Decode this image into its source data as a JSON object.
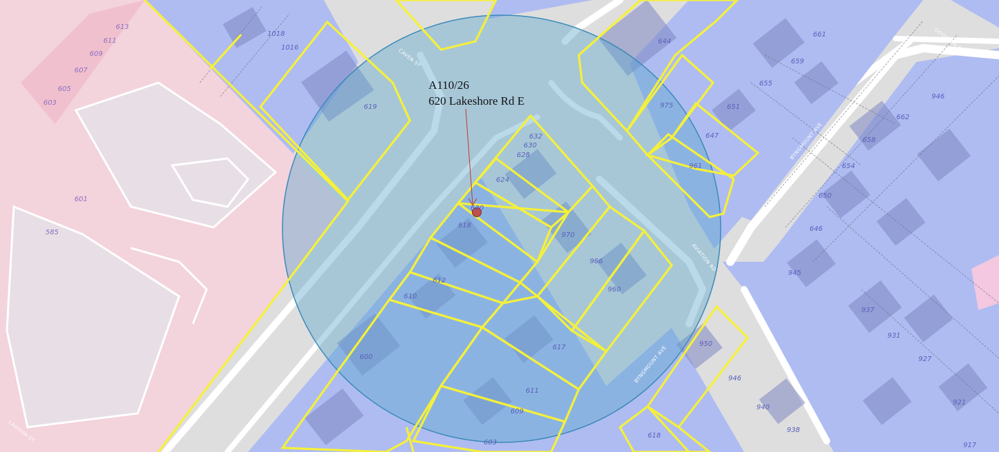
{
  "colors": {
    "residential": "#aebcf2",
    "commercial": "#f3d3dc",
    "road": "#dedede",
    "sidewalk": "#ffffff",
    "parcel_outline": "#f5f03a",
    "circulation_buffer": "#5aa6cc",
    "subject_marker": "#c0504d",
    "callout_arrow": "#c0392b"
  },
  "callout": {
    "file_number": "A110/26",
    "address": "620 Lakeshore Rd E"
  },
  "streets": {
    "caven": "CAVEN ST",
    "goodwin": "GOODWIN RD",
    "byngmount_upper": "BYNGMOUNT AVE",
    "byngmount_lower": "BYNGMOUNT AVE",
    "aviation": "AVIATION RD",
    "lagoon": "LAGOON ST"
  },
  "addresses": {
    "a613": "613",
    "a611": "611",
    "a609w": "609",
    "a607": "607",
    "a605": "605",
    "a603w": "603",
    "a601": "601",
    "a585": "585",
    "a1018": "1018",
    "a1016": "1016",
    "a619": "619",
    "a644": "644",
    "a661": "661",
    "a659": "659",
    "a655": "655",
    "a975": "975",
    "a651": "651",
    "a647": "647",
    "a961": "961",
    "a946n": "946",
    "a662": "662",
    "a658": "658",
    "a654": "654",
    "a650": "650",
    "a646": "646",
    "a945": "945",
    "a937": "937",
    "a931": "931",
    "a927": "927",
    "a921": "921",
    "a917": "917",
    "a632": "632",
    "a630": "630",
    "a628": "628",
    "a624": "624",
    "a620": "620",
    "a618": "618",
    "a970": "970",
    "a966": "966",
    "a960": "960",
    "a612": "612",
    "a610": "610",
    "a617": "617",
    "a600": "600",
    "a611s": "611",
    "a609s": "609",
    "a603s": "603",
    "a950": "950",
    "a946s": "946",
    "a940": "940",
    "a938": "938",
    "a618s": "618"
  }
}
